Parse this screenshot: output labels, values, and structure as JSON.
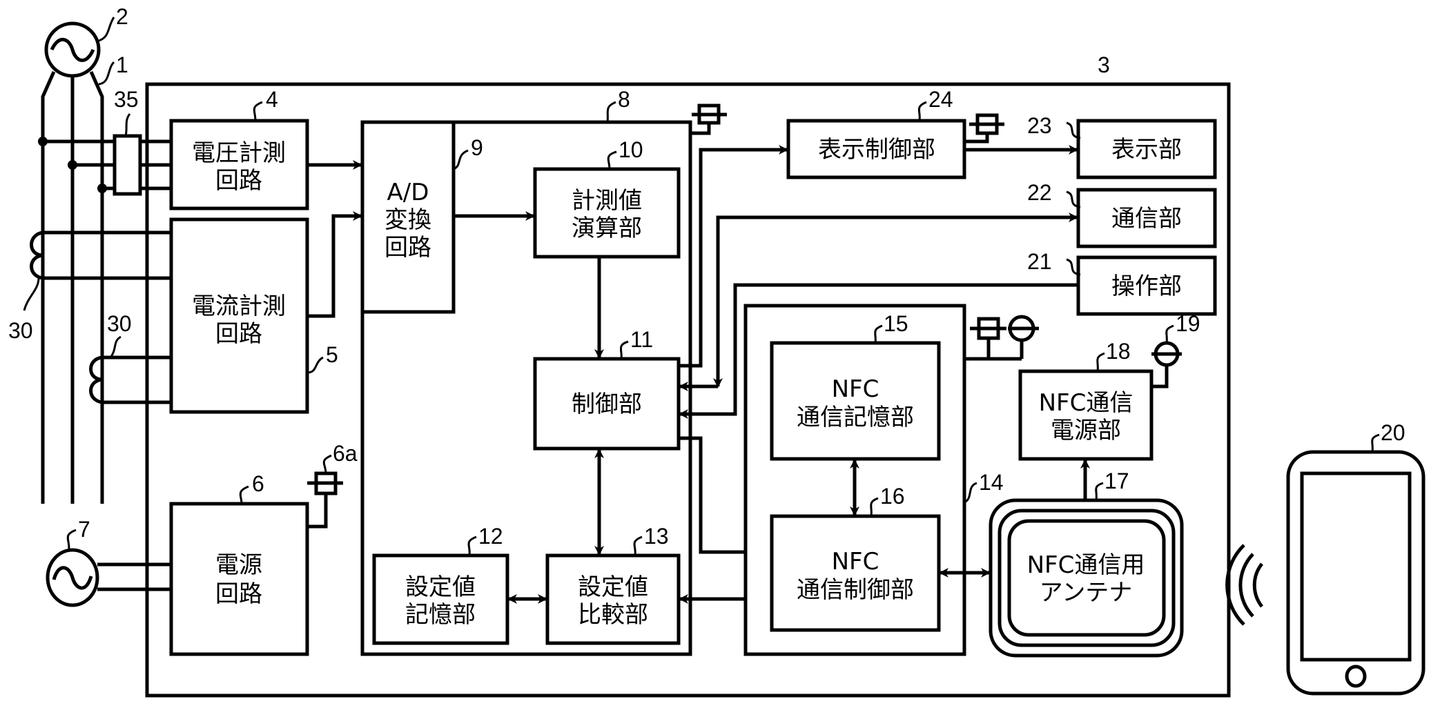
{
  "figure": {
    "refs": {
      "wiring": "1",
      "ac_source_main": "2",
      "meter": "3",
      "voltage_circuit": "4",
      "current_circuit": "5",
      "power_circuit": "6",
      "power_connector": "6a",
      "ac_source_aux": "7",
      "processing_unit": "8",
      "ad_converter": "9",
      "measurement_calc": "10",
      "controller": "11",
      "setting_memory": "12",
      "setting_compare": "13",
      "nfc_module": "14",
      "nfc_memory": "15",
      "nfc_control": "16",
      "nfc_antenna": "17",
      "nfc_power": "18",
      "nfc_power_connector": "19",
      "smartphone": "20",
      "operation": "21",
      "communication": "22",
      "display": "23",
      "display_control": "24",
      "current_transformer_1": "30",
      "current_transformer_2": "30",
      "terminal_block": "35"
    },
    "blocks": {
      "voltage_circuit": [
        "電圧計測",
        "回路"
      ],
      "current_circuit": [
        "電流計測",
        "回路"
      ],
      "power_circuit": [
        "電源",
        "回路"
      ],
      "ad_converter": [
        "A/D",
        "変換",
        "回路"
      ],
      "measurement_calc": [
        "計測値",
        "演算部"
      ],
      "controller": [
        "制御部"
      ],
      "setting_memory": [
        "設定値",
        "記憶部"
      ],
      "setting_compare": [
        "設定値",
        "比較部"
      ],
      "display_control": [
        "表示制御部"
      ],
      "display": [
        "表示部"
      ],
      "communication": [
        "通信部"
      ],
      "operation": [
        "操作部"
      ],
      "nfc_memory": [
        "NFC",
        "通信記憶部"
      ],
      "nfc_control": [
        "NFC",
        "通信制御部"
      ],
      "nfc_power": [
        "NFC通信",
        "電源部"
      ],
      "nfc_antenna": [
        "NFC通信用",
        "アンテナ"
      ]
    }
  }
}
